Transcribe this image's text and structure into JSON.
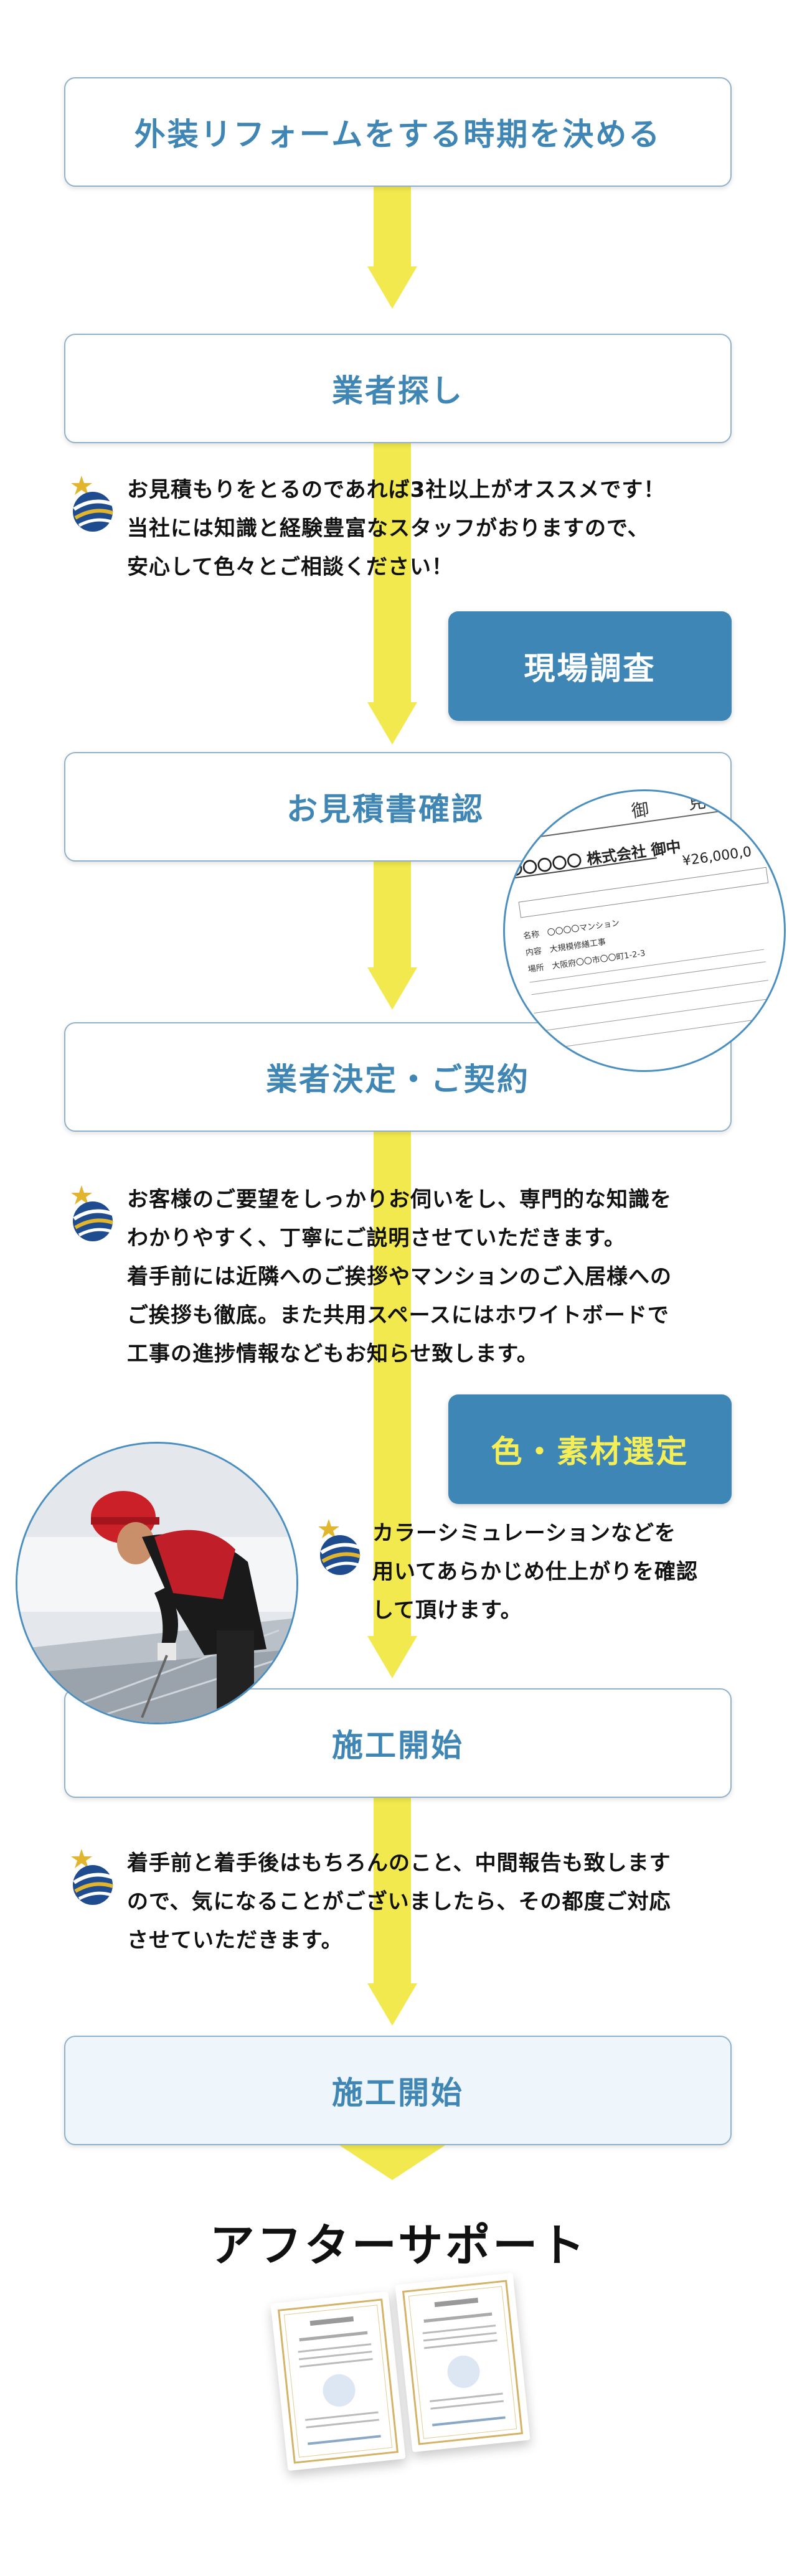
{
  "steps": {
    "s1": "外装リフォームをする時期を決める",
    "s2": "業者探し",
    "s3": "お見積書確認",
    "s4": "業者決定・ご契約",
    "s5": "施工開始",
    "s6": "施工開始"
  },
  "badges": {
    "b1": "現場調査",
    "b2": "色・素材選定"
  },
  "descriptions": {
    "d1": [
      "お見積もりをとるのであれば3社以上がオススメです！",
      "当社には知識と経験豊富なスタッフがおりますので、",
      "安心して色々とご相談ください！"
    ],
    "d2": [
      "お客様のご要望をしっかりお伺いをし、専門的な知識を",
      "わかりやすく、丁寧にご説明させていただきます。",
      "着手前には近隣へのご挨拶やマンションのご入居様への",
      "ご挨拶も徹底。また共用スペースにはホワイトボードで",
      "工事の進捗情報などもお知らせ致します。"
    ],
    "d3": [
      "カラーシミュレーションなどを",
      "用いてあらかじめ仕上がりを確認",
      "して頂けます。"
    ],
    "d4": [
      "着手前と着手後はもちろんのこと、中間報告も致します",
      "ので、気になることがございましたら、その都度ご対応",
      "させていただきます。"
    ]
  },
  "estimate_doc": {
    "heading": "御　見",
    "recipient": "〇〇〇〇〇 株式会社 御中",
    "amount": "¥26,000,0",
    "rows": [
      "名称　〇〇〇〇マンション",
      "内容　大規模修繕工事",
      "場所　大阪府〇〇市〇〇町1-2-3"
    ]
  },
  "after_support": {
    "title": "アフターサポート"
  },
  "colors": {
    "accent_blue": "#3e86b6",
    "card_text": "#3f86b5",
    "flow_yellow": "#f2e94e",
    "badge_yellow_text": "#f6ee57"
  },
  "icons": [
    "company-logo-icon",
    "worker-photo",
    "estimate-document-image",
    "certificate-image"
  ]
}
